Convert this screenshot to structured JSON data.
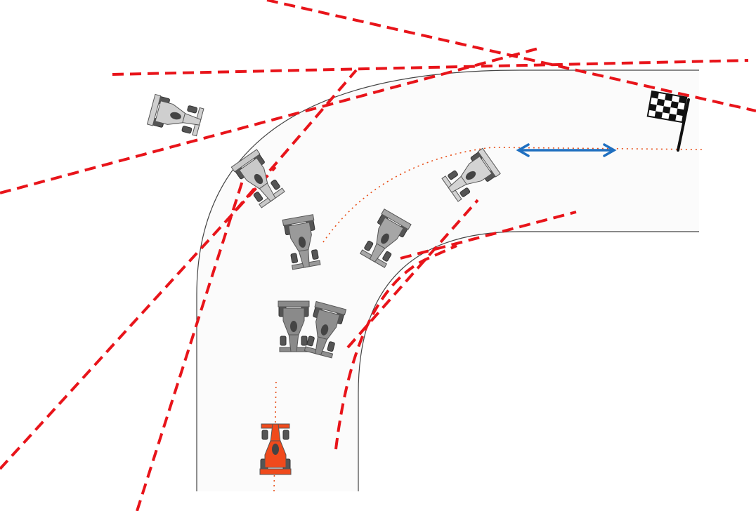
{
  "diagram": {
    "colors": {
      "road_fill": "#fbfbfb",
      "road_edge": "#444444",
      "boundary_line": "#e8141a",
      "trajectory": "#e8501a",
      "distance_arrow": "#1f6fc0",
      "flag": "#111111"
    },
    "icons": {
      "player_car": "race-car-icon",
      "ghost_cars": "race-car-icon",
      "goal": "checkered-flag-icon",
      "distance": "double-arrow-icon"
    },
    "player_car": {
      "color": "#f04a1c",
      "wheel_color": "#3a4a52"
    },
    "ghost_cars": [
      {
        "shade": "#8a8a8a",
        "label": "ghost-car-1"
      },
      {
        "shade": "#8e8e8e",
        "label": "ghost-car-2"
      },
      {
        "shade": "#9a9a9a",
        "label": "ghost-car-3"
      },
      {
        "shade": "#a6a6a6",
        "label": "ghost-car-4"
      },
      {
        "shade": "#c9c9c9",
        "label": "ghost-car-5"
      },
      {
        "shade": "#cfcfcf",
        "label": "ghost-car-6"
      },
      {
        "shade": "#d3d3d3",
        "label": "ghost-car-7"
      },
      {
        "shade": "#d6d6d6",
        "label": "ghost-car-8"
      }
    ]
  }
}
